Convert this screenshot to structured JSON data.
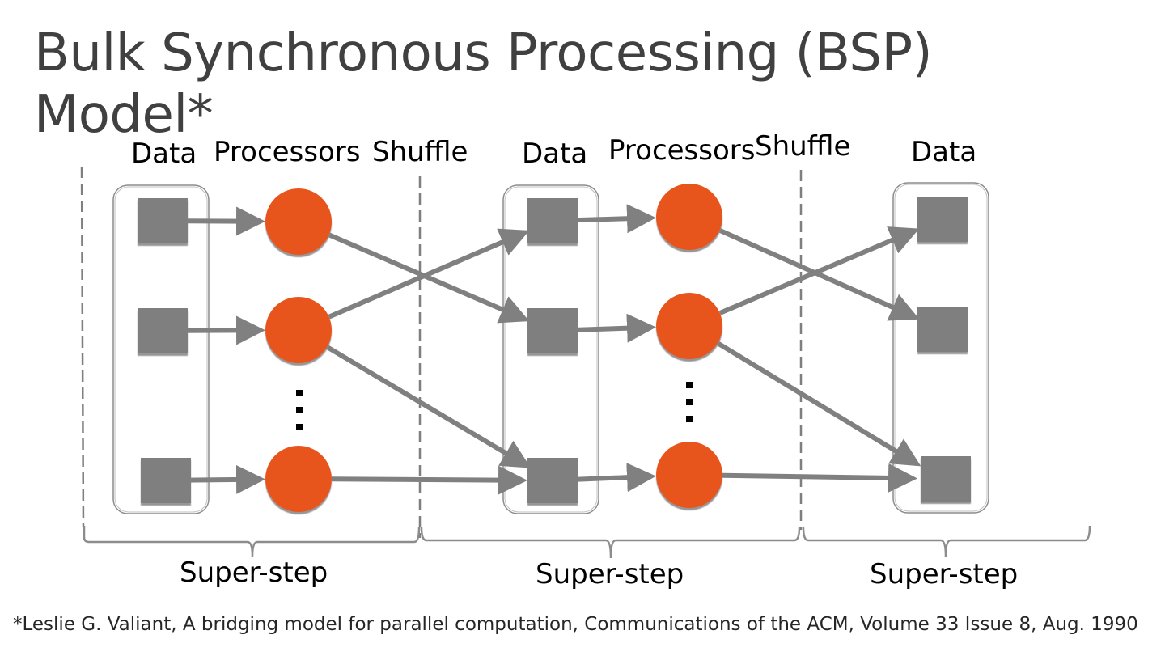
{
  "slide": {
    "title": "Bulk Synchronous Processing (BSP) Model*",
    "column_labels": {
      "data_1": "Data",
      "processors_1": "Processors",
      "shuffle_1": "Shuffle",
      "data_2": "Data",
      "processors_2": "Processors",
      "shuffle_2": "Shuffle",
      "data_3": "Data"
    },
    "superstep_labels": [
      "Super-step",
      "Super-step",
      "Super-step"
    ],
    "ellipsis": "vertical-dots",
    "footnote": "*Leslie G. Valiant, A bridging model for parallel computation, Communications of the ACM, Volume 33 Issue 8, Aug. 1990"
  },
  "diagram": {
    "colors": {
      "processor": "#E8541E",
      "data_block": "#7F7F7F",
      "arrow": "#808080",
      "group_border": "#8C8C8C",
      "divider": "#7F7F7F"
    },
    "node_kinds": [
      "data",
      "processor",
      "data",
      "processor",
      "data"
    ],
    "rows_per_column": 3,
    "edges": [
      {
        "from": "data1-0",
        "to": "proc1-0"
      },
      {
        "from": "data1-1",
        "to": "proc1-1"
      },
      {
        "from": "data1-2",
        "to": "proc1-2"
      },
      {
        "from": "proc1-0",
        "to": "data2-1"
      },
      {
        "from": "proc1-1",
        "to": "data2-0"
      },
      {
        "from": "proc1-1",
        "to": "data2-2"
      },
      {
        "from": "proc1-2",
        "to": "data2-2"
      },
      {
        "from": "data2-0",
        "to": "proc2-0"
      },
      {
        "from": "data2-1",
        "to": "proc2-1"
      },
      {
        "from": "data2-2",
        "to": "proc2-2"
      },
      {
        "from": "proc2-0",
        "to": "data3-1"
      },
      {
        "from": "proc2-1",
        "to": "data3-0"
      },
      {
        "from": "proc2-1",
        "to": "data3-2"
      },
      {
        "from": "proc2-2",
        "to": "data3-2"
      }
    ]
  }
}
